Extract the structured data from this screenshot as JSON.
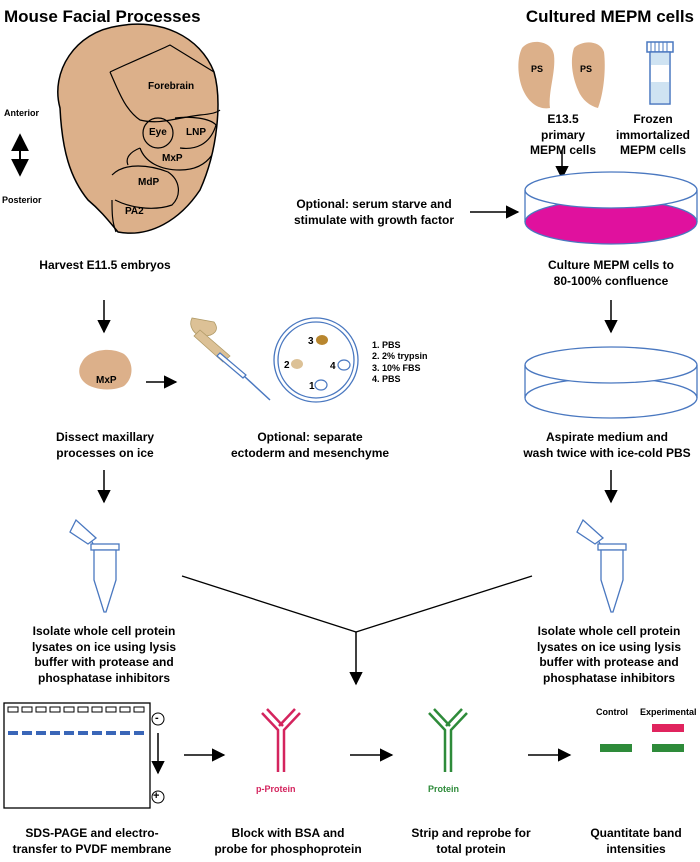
{
  "headings": {
    "left": "Mouse Facial Processes",
    "right": "Cultured MEPM cells"
  },
  "face": {
    "forebrain": "Forebrain",
    "eye": "Eye",
    "lnp": "LNP",
    "mxp": "MxP",
    "mdp": "MdP",
    "pa2": "PA2",
    "anterior": "Anterior",
    "posterior": "Posterior"
  },
  "cells": {
    "ps1": "PS",
    "ps2": "PS",
    "primary": "E13.5\nprimary\nMEPM cells",
    "frozen": "Frozen\nimmortalized\nMEPM cells"
  },
  "steps": {
    "harvest": "Harvest E11.5 embryos",
    "dissect": "Dissect maxillary\nprocesses on ice",
    "dissect_tissue": "MxP",
    "separate": "Optional: separate\nectoderm and mesenchyme",
    "starve": "Optional: serum starve and\nstimulate with growth factor",
    "culture": "Culture MEPM cells to\n80-100% confluence",
    "aspirate": "Aspirate medium and\nwash twice with ice-cold PBS",
    "lysate_left": "Isolate whole cell protein\nlysates on ice using lysis\nbuffer with protease and\nphosphatase inhibitors",
    "lysate_right": "Isolate whole cell protein\nlysates on ice using lysis\nbuffer with protease and\nphosphatase inhibitors",
    "sds": "SDS-PAGE and electro-\ntransfer to PVDF membrane",
    "block": "Block with BSA and\nprobe for phosphoprotein",
    "strip": "Strip and reprobe for\ntotal protein",
    "quantitate": "Quantitate band\nintensities"
  },
  "dish_wells": {
    "w1": "1",
    "w2": "2",
    "w3": "3",
    "w4": "4",
    "legend": "1. PBS\n2. 2% trypsin\n3. 10% FBS\n4. PBS"
  },
  "gel": {
    "minus": "-",
    "plus": "+"
  },
  "antibodies": {
    "phospho": "p-Protein",
    "total": "Protein"
  },
  "quant": {
    "control": "Control",
    "experimental": "Experimental"
  },
  "colors": {
    "tissue": "#dcb08a",
    "media": "#e0119e",
    "blue": "#3a66b8",
    "pink": "#d4245e",
    "green": "#2e8b3a",
    "dish_line": "#4a78c0"
  }
}
